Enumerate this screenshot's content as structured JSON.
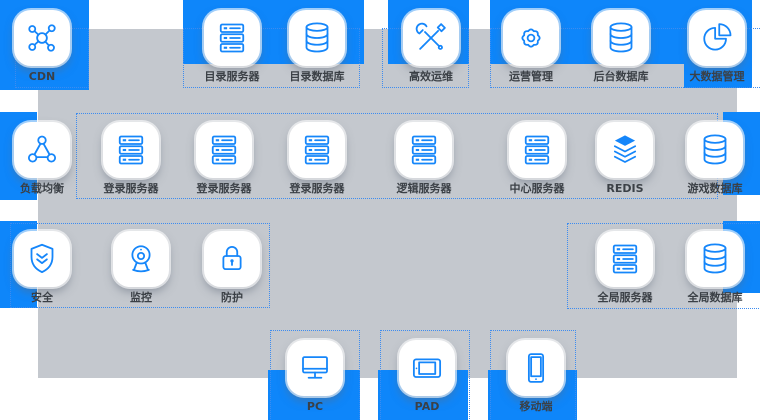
{
  "colors": {
    "bar_blue": "#0e86fa",
    "panel_gray": "#c4c8ce",
    "dash_blue": "#3d8cf0",
    "icon_blue": "#1586fa",
    "label_text": "#3b4046",
    "card_white": "#ffffff"
  },
  "nodes": [
    {
      "label": "CDN",
      "icon": "network-hub"
    },
    {
      "label": "目录服务器",
      "icon": "server"
    },
    {
      "label": "目录数据库",
      "icon": "database"
    },
    {
      "label": "高效运维",
      "icon": "tools"
    },
    {
      "label": "运营管理",
      "icon": "gear"
    },
    {
      "label": "后台数据库",
      "icon": "database"
    },
    {
      "label": "大数据管理",
      "icon": "pie-chart"
    },
    {
      "label": "负载均衡",
      "icon": "load-balancer"
    },
    {
      "label": "登录服务器",
      "icon": "server"
    },
    {
      "label": "登录服务器",
      "icon": "server"
    },
    {
      "label": "登录服务器",
      "icon": "server"
    },
    {
      "label": "逻辑服务器",
      "icon": "server"
    },
    {
      "label": "中心服务器",
      "icon": "server"
    },
    {
      "label": "REDIS",
      "icon": "layers"
    },
    {
      "label": "游戏数据库",
      "icon": "database"
    },
    {
      "label": "安全",
      "icon": "shield"
    },
    {
      "label": "监控",
      "icon": "camera"
    },
    {
      "label": "防护",
      "icon": "lock"
    },
    {
      "label": "全局服务器",
      "icon": "server"
    },
    {
      "label": "全局数据库",
      "icon": "database"
    },
    {
      "label": "PC",
      "icon": "monitor"
    },
    {
      "label": "PAD",
      "icon": "tablet"
    },
    {
      "label": "移动端",
      "icon": "phone"
    }
  ],
  "groups": [
    {
      "members": [
        "CDN"
      ]
    },
    {
      "members": [
        "目录服务器",
        "目录数据库"
      ]
    },
    {
      "members": [
        "高效运维"
      ]
    },
    {
      "members": [
        "运营管理",
        "后台数据库",
        "大数据管理"
      ]
    },
    {
      "members": [
        "负载均衡",
        "登录服务器",
        "登录服务器",
        "登录服务器",
        "逻辑服务器",
        "中心服务器",
        "REDIS",
        "游戏数据库"
      ]
    },
    {
      "members": [
        "安全",
        "监控",
        "防护"
      ]
    },
    {
      "members": [
        "全局服务器",
        "全局数据库"
      ]
    },
    {
      "members": [
        "PC"
      ]
    },
    {
      "members": [
        "PAD"
      ]
    },
    {
      "members": [
        "移动端"
      ]
    }
  ]
}
